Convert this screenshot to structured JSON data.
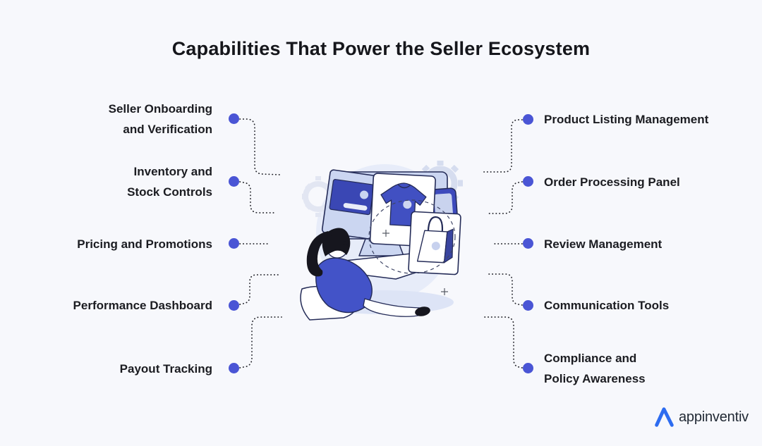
{
  "title": "Capabilities That Power the Seller Ecosystem",
  "capabilities": {
    "left": [
      {
        "id": "seller-onboarding-verification",
        "lines": [
          "Seller Onboarding",
          "and Verification"
        ]
      },
      {
        "id": "inventory-stock-controls",
        "lines": [
          "Inventory and",
          "Stock Controls"
        ]
      },
      {
        "id": "pricing-promotions",
        "lines": [
          "Pricing and Promotions"
        ]
      },
      {
        "id": "performance-dashboard",
        "lines": [
          "Performance Dashboard"
        ]
      },
      {
        "id": "payout-tracking",
        "lines": [
          "Payout Tracking"
        ]
      }
    ],
    "right": [
      {
        "id": "product-listing-management",
        "lines": [
          "Product Listing Management"
        ]
      },
      {
        "id": "order-processing-panel",
        "lines": [
          "Order Processing Panel"
        ]
      },
      {
        "id": "review-management",
        "lines": [
          "Review Management"
        ]
      },
      {
        "id": "communication-tools",
        "lines": [
          "Communication Tools"
        ]
      },
      {
        "id": "compliance-policy-awareness",
        "lines": [
          "Compliance and",
          "Policy Awareness"
        ]
      }
    ]
  },
  "brand": {
    "name": "appinventiv"
  },
  "icons": {
    "logo_mark": "open-triangle-A",
    "sparkle": "+",
    "illustration": "seller-at-computer-managing-product-listings"
  },
  "colors": {
    "background": "#f7f8fc",
    "node_dot": "#4a55d5",
    "connector": "#23242b",
    "label_text": "#1b1c21",
    "title_text": "#15161b",
    "illustration_indigo": "#4150c2",
    "illustration_periwinkle": "#cbd6f1",
    "illustration_outline": "#242b57",
    "logo_blue": "#2d6cf0"
  }
}
